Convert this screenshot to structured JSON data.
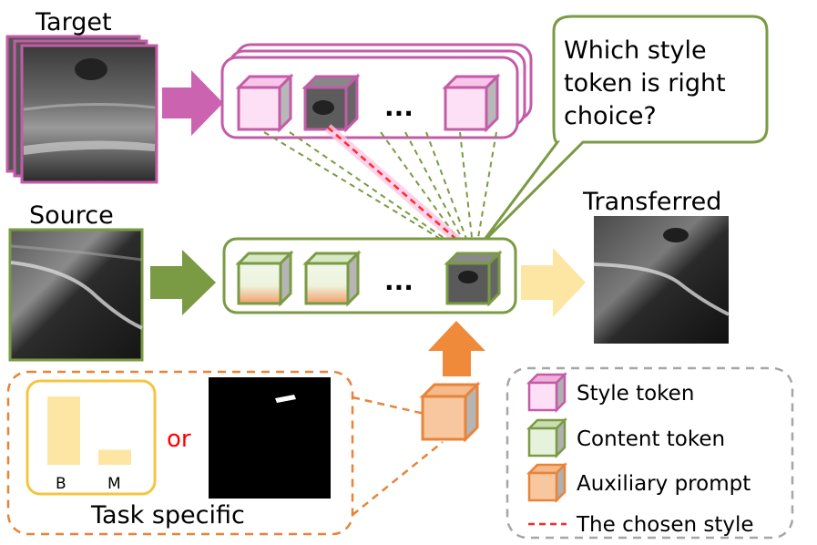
{
  "labels": {
    "target": "Target",
    "source": "Source",
    "transferred": "Transferred",
    "question_line1": "Which style",
    "question_line2": "token is right",
    "question_line3": "choice?",
    "ellipsis": "...",
    "or": "or",
    "bar_b": "B",
    "bar_m": "M",
    "task_specific": "Task specific"
  },
  "legend": {
    "items": [
      {
        "label": "Style token"
      },
      {
        "label": "Content token"
      },
      {
        "label": "Auxiliary prompt"
      },
      {
        "label": "The chosen style"
      }
    ]
  },
  "task_bars": {
    "categories": [
      "B",
      "M"
    ],
    "values": [
      1.0,
      0.22
    ]
  },
  "colors": {
    "style": "#c45ba8",
    "style_fill": "#fde0f5",
    "content": "#7a9a43",
    "content_fill": "#e6f2dc",
    "prompt": "#e8843a",
    "prompt_fill": "#f8c7a0",
    "chosen_line": "#ff2a2a",
    "bar": "#fde6a3",
    "transfer_arrow": "#fde6a3",
    "legend_border": "#a6a6a6"
  }
}
